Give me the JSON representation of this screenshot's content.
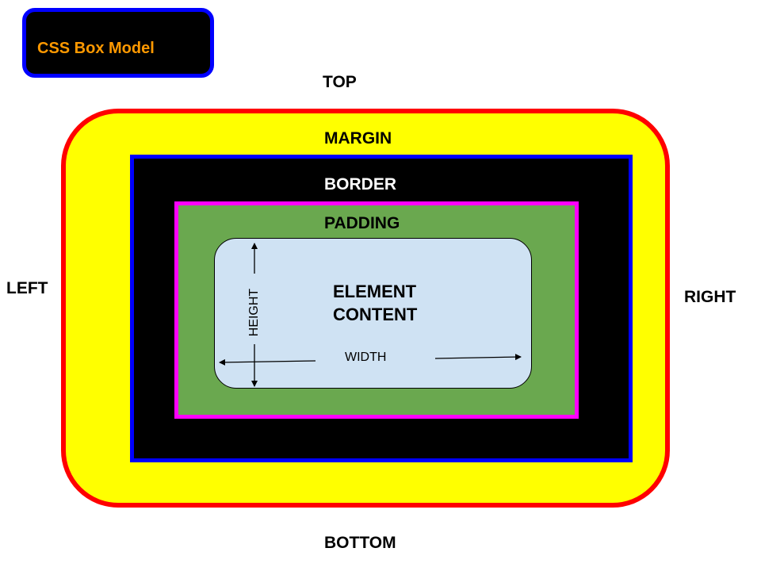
{
  "title": "CSS Box Model",
  "sides": {
    "top": "TOP",
    "bottom": "BOTTOM",
    "left": "LEFT",
    "right": "RIGHT"
  },
  "layers": {
    "margin": "MARGIN",
    "border": "BORDER",
    "padding": "PADDING",
    "content_line1": "ELEMENT",
    "content_line2": "CONTENT"
  },
  "dimensions": {
    "width": "WIDTH",
    "height": "HEIGHT"
  },
  "colors": {
    "title_text": "#ff9900",
    "title_bg": "#000000",
    "title_border": "#0000ff",
    "margin_fill": "#ffff00",
    "margin_outline": "#ff0000",
    "border_fill": "#000000",
    "border_outline": "#0000ff",
    "padding_fill": "#6aa84f",
    "padding_outline": "#ff00ff",
    "content_fill": "#cfe2f3",
    "margin_label": "#000000",
    "border_label": "#ffffff",
    "padding_label": "#000000"
  }
}
